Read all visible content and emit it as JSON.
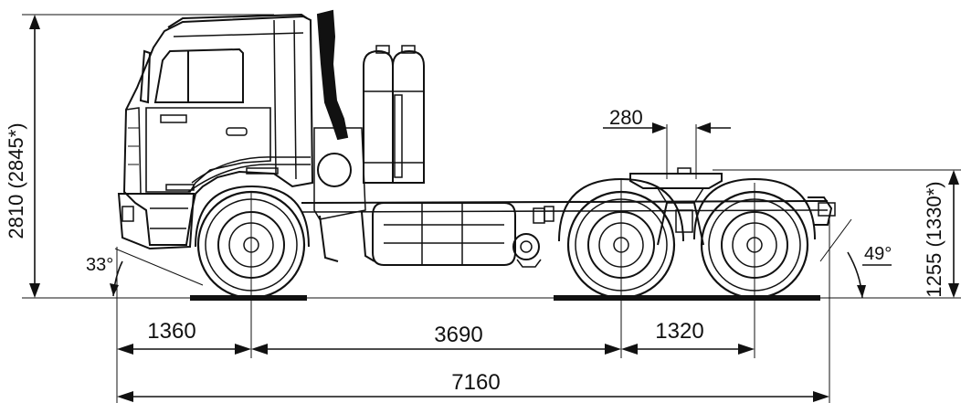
{
  "diagram": {
    "dimensions": {
      "front_overhang": "1360",
      "wheelbase_front": "3690",
      "wheelbase_rear": "1320",
      "total_length": "7160",
      "coupling_offset": "280",
      "total_height": "2810 (2845*)",
      "coupling_height": "1255 (1330*)",
      "approach_angle": "33°",
      "departure_angle": "49°"
    },
    "colors": {
      "ink": "#111111",
      "paper": "#ffffff",
      "shade": "#dcdcdc"
    }
  }
}
